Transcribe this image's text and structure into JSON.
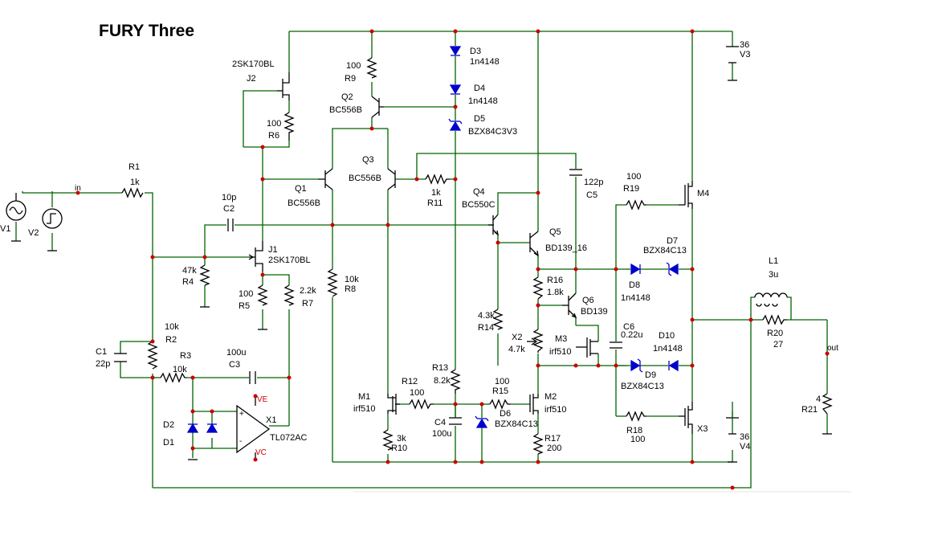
{
  "title": "FURY Three",
  "nodes": {
    "in": "in",
    "out": "out"
  },
  "sources": {
    "V1": "V1",
    "V2": "V2",
    "V3": {
      "value": "36",
      "ref": "V3"
    },
    "V4": {
      "value": "36",
      "ref": "V4"
    }
  },
  "resistors": {
    "R1": {
      "ref": "R1",
      "value": "1k"
    },
    "R2": {
      "ref": "R2",
      "value": "10k"
    },
    "R3": {
      "ref": "R3",
      "value": "10k"
    },
    "R4": {
      "ref": "R4",
      "value": "47k"
    },
    "R5": {
      "ref": "R5",
      "value": "100"
    },
    "R6": {
      "ref": "R6",
      "value": "100"
    },
    "R7": {
      "ref": "R7",
      "value": "2.2k"
    },
    "R8": {
      "ref": "R8",
      "value": "10k"
    },
    "R9": {
      "ref": "R9",
      "value": "100"
    },
    "R10": {
      "ref": "R10",
      "value": "3k"
    },
    "R11": {
      "ref": "R11",
      "value": "1k"
    },
    "R12": {
      "ref": "R12",
      "value": "100"
    },
    "R13": {
      "ref": "R13",
      "value": "8.2k"
    },
    "R14": {
      "ref": "R14",
      "value": "4.3k"
    },
    "R15": {
      "ref": "R15",
      "value": "100"
    },
    "R16": {
      "ref": "R16",
      "value": "1.8k"
    },
    "R17": {
      "ref": "R17",
      "value": "200"
    },
    "R18": {
      "ref": "R18",
      "value": "100"
    },
    "R19": {
      "ref": "R19",
      "value": "100"
    },
    "R20": {
      "ref": "R20",
      "value": "27"
    },
    "R21": {
      "ref": "R21",
      "value": "4"
    }
  },
  "capacitors": {
    "C1": {
      "ref": "C1",
      "value": "22p"
    },
    "C2": {
      "ref": "C2",
      "value": "10p"
    },
    "C3": {
      "ref": "C3",
      "value": "100u"
    },
    "C4": {
      "ref": "C4",
      "value": "100u"
    },
    "C5": {
      "ref": "C5",
      "value": "122p"
    },
    "C6": {
      "ref": "C6",
      "value": "0.22u"
    }
  },
  "inductors": {
    "L1": {
      "ref": "L1",
      "value": "3u"
    }
  },
  "pots": {
    "X2": {
      "ref": "X2",
      "value": "4.7k"
    }
  },
  "diodes": {
    "D1": {
      "ref": "D1"
    },
    "D2": {
      "ref": "D2"
    },
    "D3": {
      "ref": "D3",
      "value": "1n4148"
    },
    "D4": {
      "ref": "D4",
      "value": "1n4148"
    },
    "D5": {
      "ref": "D5",
      "value": "BZX84C3V3"
    },
    "D6": {
      "ref": "D6",
      "value": "BZX84C13"
    },
    "D7": {
      "ref": "D7",
      "value": "BZX84C13"
    },
    "D8": {
      "ref": "D8",
      "value": "1n4148"
    },
    "D9": {
      "ref": "D9",
      "value": "BZX84C13"
    },
    "D10": {
      "ref": "D10",
      "value": "1n4148"
    }
  },
  "transistors": {
    "J1": {
      "ref": "J1",
      "value": "2SK170BL"
    },
    "J2": {
      "ref": "J2",
      "value": "2SK170BL"
    },
    "Q1": {
      "ref": "Q1",
      "value": "BC556B"
    },
    "Q2": {
      "ref": "Q2",
      "value": "BC556B"
    },
    "Q3": {
      "ref": "Q3",
      "value": "BC556B"
    },
    "Q4": {
      "ref": "Q4",
      "value": "BC550C"
    },
    "Q5": {
      "ref": "Q5",
      "value": "BD139_16"
    },
    "Q6": {
      "ref": "Q6",
      "value": "BD139"
    },
    "M1": {
      "ref": "M1",
      "value": "irf510"
    },
    "M2": {
      "ref": "M2",
      "value": "irf510"
    },
    "M3": {
      "ref": "M3",
      "value": "irf510"
    },
    "M4": {
      "ref": "M4"
    },
    "X3": {
      "ref": "X3"
    }
  },
  "opamp": {
    "ref": "X1",
    "value": "TL072AC",
    "ve": "VE",
    "vc": "VC"
  }
}
